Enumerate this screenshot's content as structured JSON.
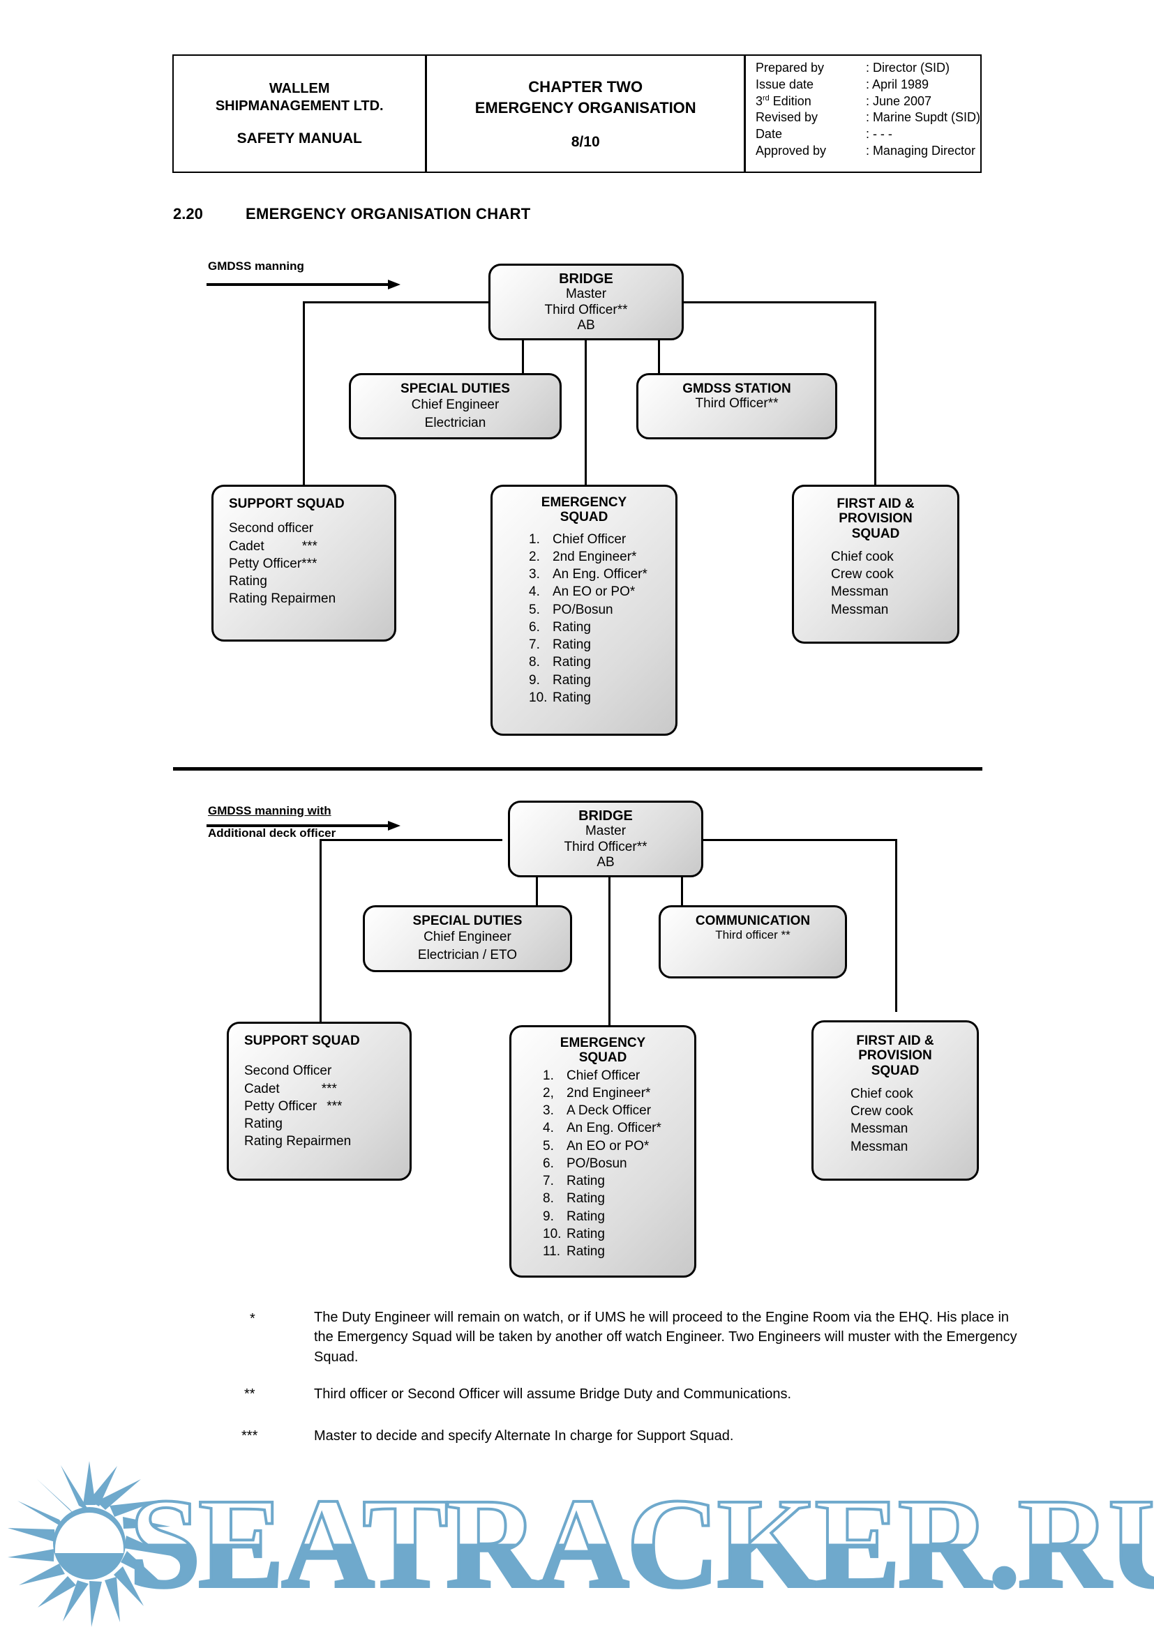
{
  "header": {
    "company_line1": "WALLEM",
    "company_line2": "SHIPMANAGEMENT LTD.",
    "manual": "SAFETY MANUAL",
    "chapter": "CHAPTER TWO",
    "chapter_title": "EMERGENCY ORGANISATION",
    "page_number": "8/10",
    "meta": [
      {
        "key": "Prepared by",
        "value": ": Director (SID)"
      },
      {
        "key": "Issue date",
        "value": ": April 1989"
      },
      {
        "key": "3rd  Edition",
        "value": ": June 2007",
        "sup": "rd",
        "key_pre": "3",
        "key_post": "  Edition"
      },
      {
        "key": "Revised by",
        "value": ": Marine Supdt (SID)"
      },
      {
        "key": "Date",
        "value": ": - - -"
      },
      {
        "key": "Approved by",
        "value": ": Managing Director"
      }
    ]
  },
  "section": {
    "number": "2.20",
    "title": "EMERGENCY ORGANISATION CHART"
  },
  "chart1": {
    "flow_label": "GMDSS manning",
    "bridge": {
      "title": "BRIDGE",
      "lines": [
        "Master",
        "Third Officer**",
        "AB"
      ]
    },
    "special_duties": {
      "title": "SPECIAL DUTIES",
      "lines": [
        "Chief Engineer",
        "Electrician"
      ]
    },
    "gmdss_station": {
      "title": "GMDSS STATION",
      "lines": [
        "Third Officer**"
      ]
    },
    "support_squad": {
      "title": "SUPPORT SQUAD",
      "lines": [
        "Second officer",
        "Cadet",
        "Petty Officer***",
        "Rating",
        "Rating Repairmen"
      ],
      "cadet_stars": "***"
    },
    "emergency_squad": {
      "title_l1": "EMERGENCY",
      "title_l2": "SQUAD",
      "items": [
        {
          "n": "1.",
          "t": "Chief Officer"
        },
        {
          "n": "2.",
          "t": "2nd Engineer*"
        },
        {
          "n": "3.",
          "t": "An Eng. Officer*"
        },
        {
          "n": "4.",
          "t": "An EO or PO*"
        },
        {
          "n": "5.",
          "t": "PO/Bosun"
        },
        {
          "n": "6.",
          "t": "Rating"
        },
        {
          "n": "7.",
          "t": "Rating"
        },
        {
          "n": "8.",
          "t": "Rating"
        },
        {
          "n": "9.",
          "t": "Rating"
        },
        {
          "n": "10.",
          "t": "Rating"
        }
      ]
    },
    "first_aid": {
      "title_l1": "FIRST AID &",
      "title_l2": "PROVISION",
      "title_l3": "SQUAD",
      "lines": [
        "Chief cook",
        "Crew cook",
        "Messman",
        "Messman"
      ]
    }
  },
  "chart2": {
    "flow_label_l1": "GMDSS manning with",
    "flow_label_l2": "Additional deck officer",
    "bridge": {
      "title": "BRIDGE",
      "lines": [
        "Master",
        "Third Officer**",
        "AB"
      ]
    },
    "special_duties": {
      "title": "SPECIAL DUTIES",
      "lines": [
        "Chief Engineer",
        "Electrician / ETO"
      ]
    },
    "communication": {
      "title": "COMMUNICATION",
      "lines": [
        "Third officer  **"
      ]
    },
    "support_squad": {
      "title": "SUPPORT SQUAD",
      "lines": [
        "Second Officer",
        "Cadet",
        "Petty Officer",
        "Rating",
        "Rating Repairmen"
      ],
      "cadet_stars": "***",
      "petty_stars": "***"
    },
    "emergency_squad": {
      "title_l1": "EMERGENCY",
      "title_l2": "SQUAD",
      "items": [
        {
          "n": "1.",
          "t": "Chief Officer"
        },
        {
          "n": "2,",
          "t": "2nd Engineer*"
        },
        {
          "n": "3.",
          "t": "A Deck Officer"
        },
        {
          "n": "4.",
          "t": "An Eng. Officer*"
        },
        {
          "n": "5.",
          "t": "An EO or PO*"
        },
        {
          "n": "6.",
          "t": "PO/Bosun"
        },
        {
          "n": "7.",
          "t": "Rating"
        },
        {
          "n": "8.",
          "t": "Rating"
        },
        {
          "n": "9.",
          "t": "Rating"
        },
        {
          "n": "10.",
          "t": "Rating"
        },
        {
          "n": "11.",
          "t": "Rating"
        }
      ]
    },
    "first_aid": {
      "title_l1": "FIRST AID &",
      "title_l2": "PROVISION",
      "title_l3": "SQUAD",
      "lines": [
        "Chief cook",
        "Crew cook",
        "Messman",
        "Messman"
      ]
    }
  },
  "footnotes": [
    {
      "mark": "*",
      "text": "The Duty Engineer will remain on watch, or if UMS he will proceed to the Engine Room via the EHQ.  His place in the Emergency Squad will be taken by another off watch Engineer.  Two Engineers will muster with the Emergency Squad."
    },
    {
      "mark": "**",
      "text": "Third officer or Second Officer will assume Bridge Duty and Communications."
    },
    {
      "mark": "***",
      "text": "Master to decide and specify Alternate In charge for Support Squad."
    }
  ],
  "watermark": {
    "text": "SEATRACKER.RU",
    "color": "#6FA9CC"
  }
}
